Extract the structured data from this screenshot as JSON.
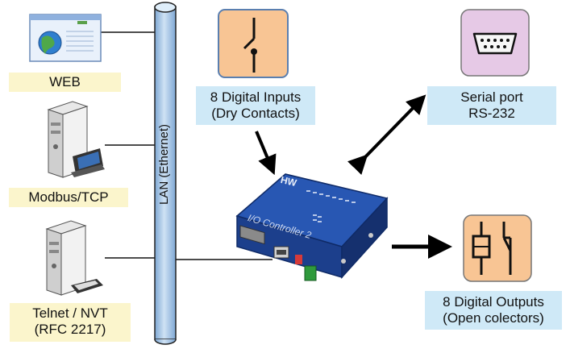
{
  "bus": {
    "label": "LAN (Ethernet)"
  },
  "clients": {
    "web": {
      "label": "WEB"
    },
    "modbus": {
      "label": "Modbus/TCP"
    },
    "telnet": {
      "line1": "Telnet / NVT",
      "line2": "(RFC 2217)"
    }
  },
  "inputs": {
    "line1": "8 Digital Inputs",
    "line2": "(Dry Contacts)"
  },
  "serial": {
    "line1": "Serial port",
    "line2": "RS-232"
  },
  "outputs": {
    "line1": "8 Digital Outputs",
    "line2": "(Open colectors)"
  },
  "device": {
    "brand": "HW",
    "name": "I/O Controller 2"
  },
  "colors": {
    "label_yellow": "#fbf5cc",
    "label_blue": "#cfe9f7",
    "bus_blue": "#9fc3e6",
    "switch_tile": "#f8c594",
    "serial_tile": "#e6c9e6",
    "device_blue": "#1c3f8c"
  },
  "icons": [
    "browser-window-icon",
    "server-icon",
    "switch-icon",
    "serial-connector-icon",
    "relay-icon"
  ]
}
